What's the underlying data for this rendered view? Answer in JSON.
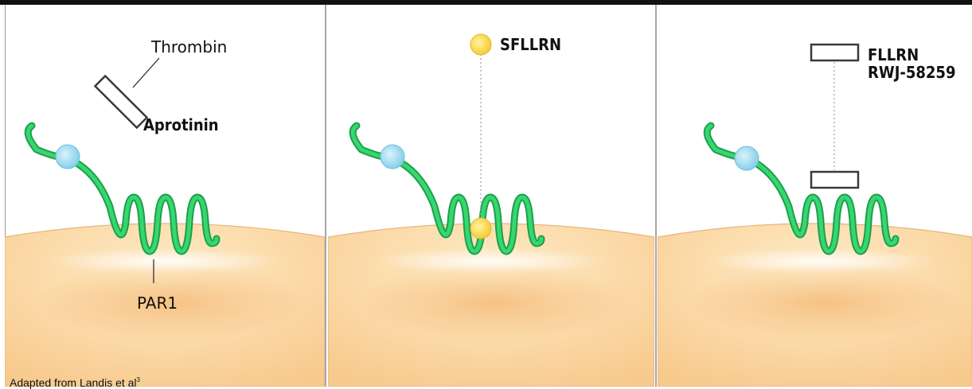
{
  "panels": [
    {
      "receptor_label": "PAR1",
      "ligand_label": "Thrombin",
      "inhibitor_label": "Aprotinin"
    },
    {
      "peptide_label": "SFLLRN"
    },
    {
      "peptide_label_1": "FLLRN",
      "peptide_label_2": "RWJ-58259"
    }
  ],
  "caption": {
    "text": "Adapted from Landis et al",
    "superscript": "3"
  },
  "colors": {
    "cell": "#fbd8a4",
    "cell_edge": "#e7b57e",
    "receptor": "#38d66e",
    "receptor_edge": "#1d9f4e",
    "glycan": "#a7e1f2",
    "peptide_dot": "#fbd94d",
    "peptide_dot_edge": "#e0b531",
    "thrombin_box": "#3a3a3a",
    "frame_top": "#111111",
    "divider": "#8a8a8a"
  },
  "icons": {
    "thrombin": "open-rectangle-icon",
    "sfllrn": "yellow-circle-icon",
    "fllrn": "open-rectangle-icon",
    "glycan": "blue-circle-icon"
  }
}
